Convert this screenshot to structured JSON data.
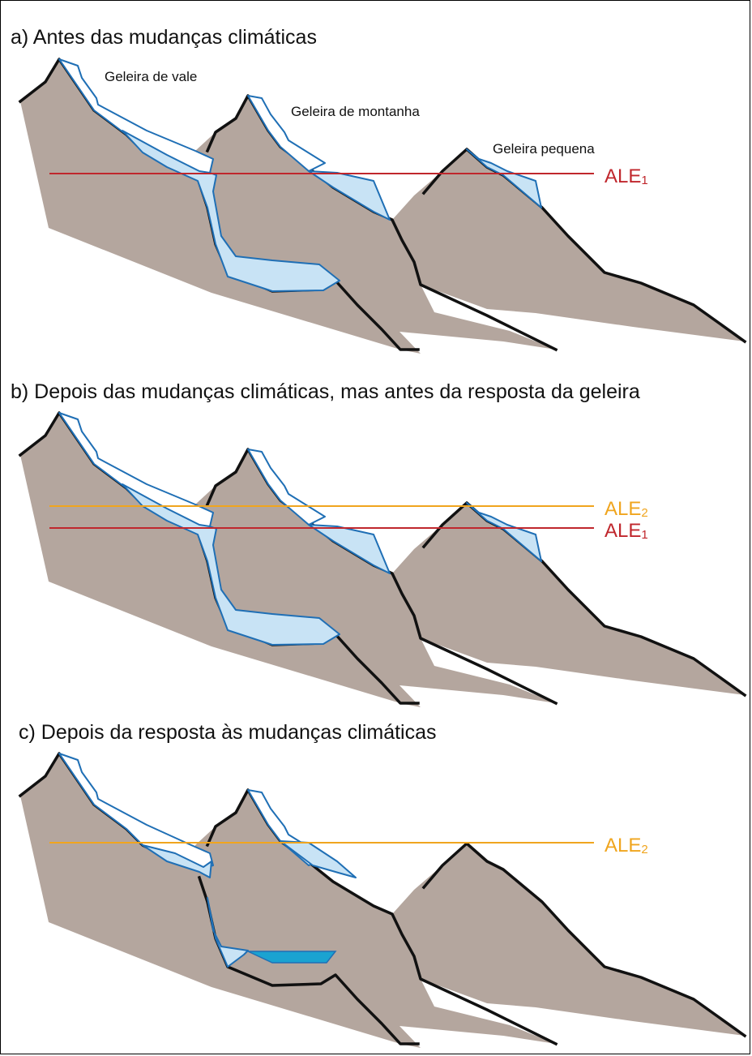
{
  "colors": {
    "rock": "#b4a69e",
    "ridge": "#111111",
    "ice_fill": "#c8e3f5",
    "ice_outline": "#1f6fb5",
    "lake": "#1aa3d1",
    "ale1": "#c0272d",
    "ale2": "#f0a51e"
  },
  "panels": [
    {
      "title": "a) Antes das mudanças climáticas",
      "labels": {
        "valley": "Geleira de vale",
        "mountain": "Geleira de montanha",
        "small": "Geleira pequena"
      },
      "lines": [
        {
          "base": "ALE",
          "sub": "1"
        }
      ]
    },
    {
      "title": "b) Depois das mudanças climáticas, mas antes da resposta da geleira",
      "lines": [
        {
          "base": "ALE",
          "sub": "2"
        },
        {
          "base": "ALE",
          "sub": "1"
        }
      ]
    },
    {
      "title": "c) Depois da resposta às mudanças climáticas",
      "lines": [
        {
          "base": "ALE",
          "sub": "2"
        }
      ]
    }
  ]
}
